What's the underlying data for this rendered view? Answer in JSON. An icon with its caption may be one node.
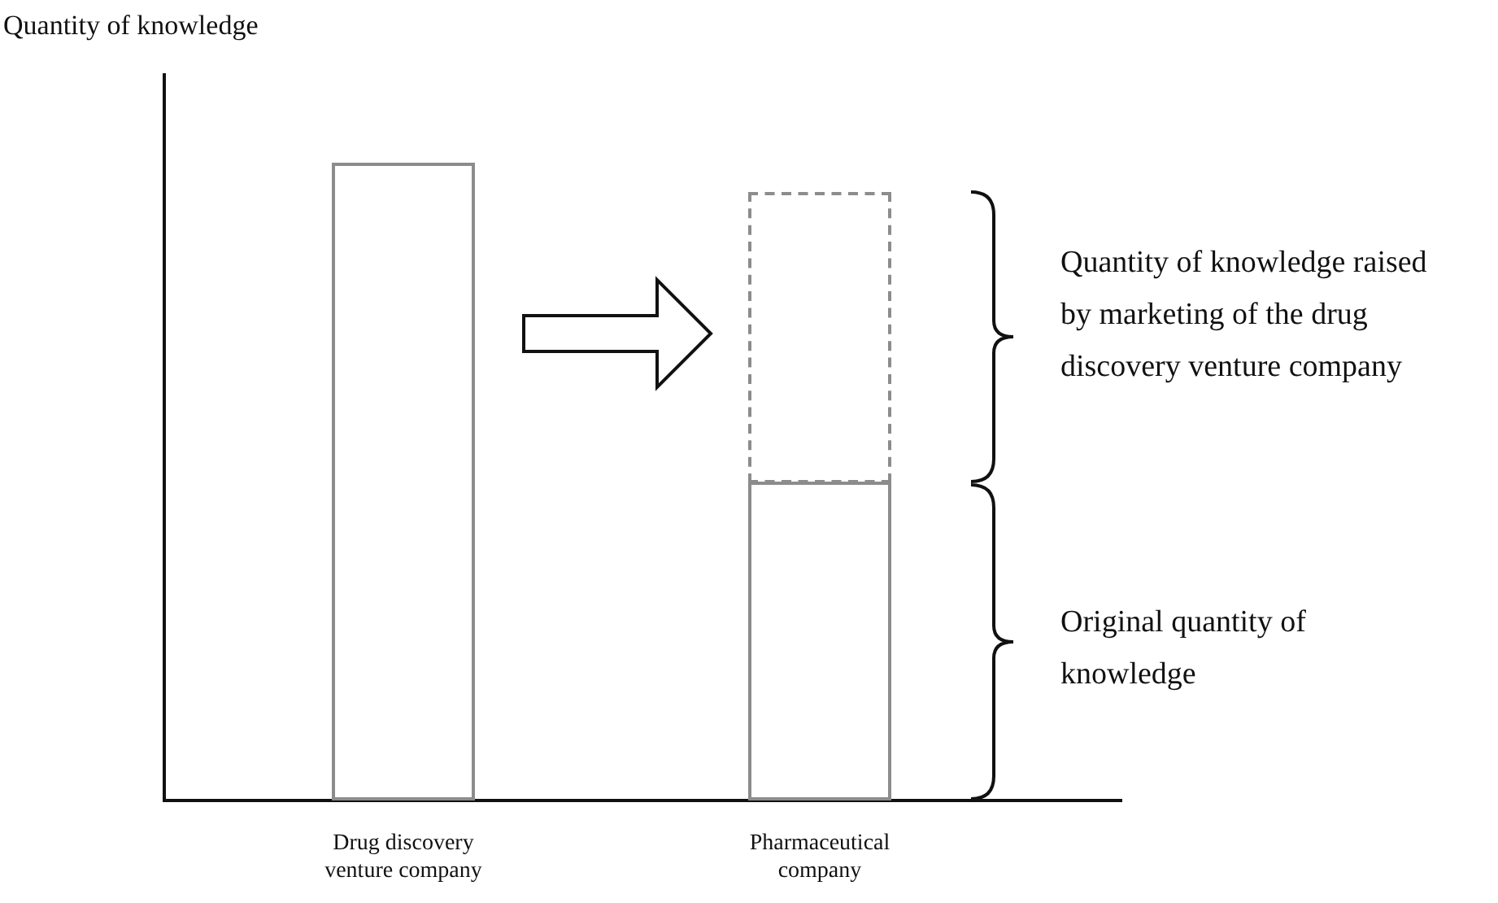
{
  "diagram": {
    "nodes": [
      {
        "text": [],
        "shape": "bar",
        "beside": [
          "Drug discovery venture company"
        ]
      },
      {
        "text": [],
        "shape": "bar"
      },
      {
        "text": [],
        "shape": "bar",
        "beside": [
          "Pharmaceutical company"
        ]
      }
    ],
    "edges": [
      {
        "from": 0,
        "to": 1,
        "arrow": "to",
        "style": "thick"
      }
    ],
    "labels": [
      "Quantity of knowledge",
      "Quantity of knowledge raised by marketing of the drug discovery venture company",
      "Original quantity of knowledge"
    ]
  }
}
